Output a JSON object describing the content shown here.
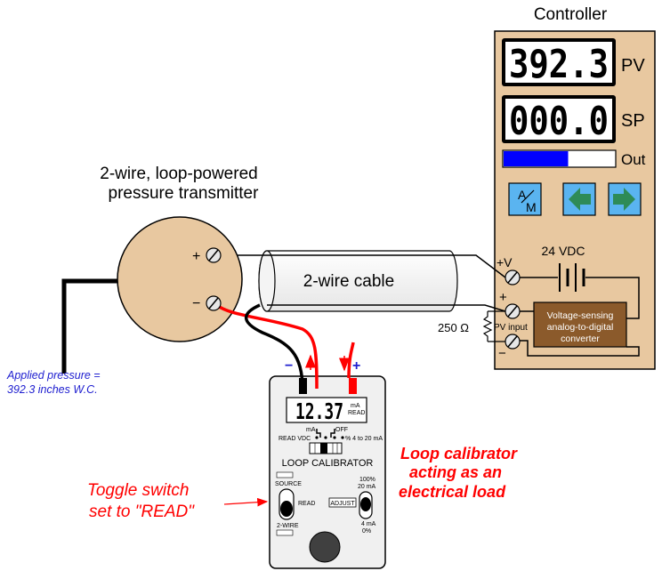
{
  "controller": {
    "title": "Controller",
    "pv_value": "392.3",
    "pv_label": "PV",
    "sp_value": "000.0",
    "sp_label": "SP",
    "out_label": "Out",
    "output_fraction": 0.58,
    "am_top": "A",
    "am_bottom": "M",
    "plus_v_label": "+V",
    "supply_label": "24 VDC",
    "plus_label": "+",
    "minus_label": "−",
    "pv_input_label": "PV input",
    "resistor_label": "250 Ω",
    "adc_line1": "Voltage-sensing",
    "adc_line2": "analog-to-digital",
    "adc_line3": "converter",
    "colors": {
      "panel": "#e8c8a0",
      "adc": "#8b5a2b",
      "button": "#5ab4f0",
      "arrow": "#2e8b57",
      "bar": "#0000ff"
    }
  },
  "transmitter": {
    "title_line1": "2-wire, loop-powered",
    "title_line2": "pressure transmitter",
    "plus_label": "+",
    "minus_label": "−",
    "applied_line1": "Applied pressure =",
    "applied_line2": "392.3 inches W.C."
  },
  "cable": {
    "label": "2-wire cable"
  },
  "calibrator": {
    "reading": "12.37",
    "unit_top": "mA",
    "unit_bottom": "READ",
    "minus_label": "−",
    "plus_label": "+",
    "label_ma": "mA",
    "label_off": "OFF",
    "label_read_vdc": "READ VDC",
    "label_percent": "% 4 to 20 mA",
    "title": "LOOP CALIBRATOR",
    "source_label": "SOURCE",
    "read_label": "READ",
    "twowire_label": "2-WIRE",
    "adjust_label": "ADJUST",
    "pct100_label": "100%",
    "ma20_label": "20 mA",
    "ma4_label": "4 mA",
    "pct0_label": "0%"
  },
  "annotations": {
    "load_line1": "Loop calibrator",
    "load_line2": "acting as an",
    "load_line3": "electrical load",
    "toggle_line1": "Toggle switch",
    "toggle_line2": "set to \"READ\""
  }
}
